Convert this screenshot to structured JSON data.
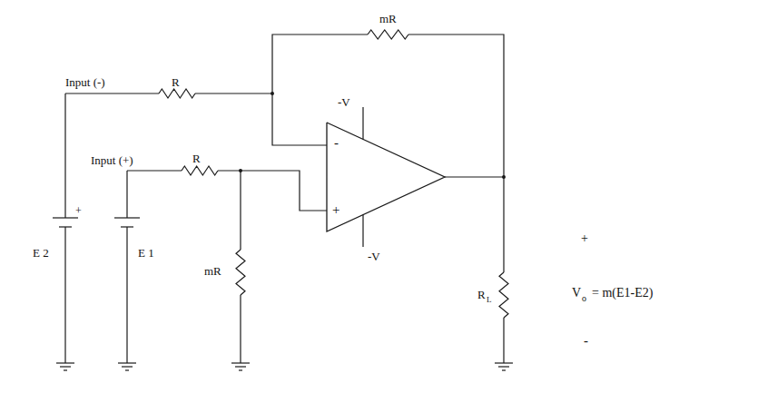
{
  "diagram": {
    "labels": [
      "mR",
      "-V",
      "Input (-)",
      "R",
      "Input (+)",
      "R",
      "-",
      "+",
      "-V",
      "+",
      "E 2",
      "E 1",
      "mR",
      "R",
      "L",
      "+",
      "V",
      "o",
      "= m(E1-E2)",
      "-"
    ]
  }
}
